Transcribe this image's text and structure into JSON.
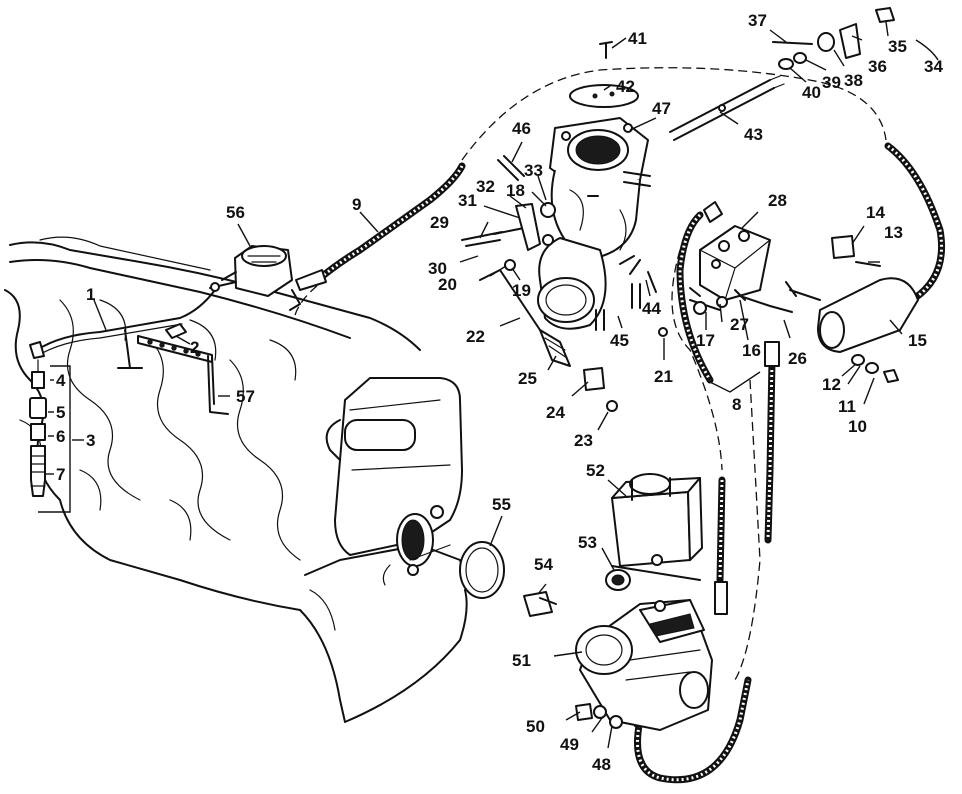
{
  "labels": [
    {
      "id": "1",
      "text": "1"
    },
    {
      "id": "2",
      "text": "2"
    },
    {
      "id": "3",
      "text": "3"
    },
    {
      "id": "4",
      "text": "4"
    },
    {
      "id": "5",
      "text": "5"
    },
    {
      "id": "6",
      "text": "6"
    },
    {
      "id": "7",
      "text": "7"
    },
    {
      "id": "8",
      "text": "8"
    },
    {
      "id": "9",
      "text": "9"
    },
    {
      "id": "10",
      "text": "10"
    },
    {
      "id": "11",
      "text": "11"
    },
    {
      "id": "12",
      "text": "12"
    },
    {
      "id": "13",
      "text": "13"
    },
    {
      "id": "14",
      "text": "14"
    },
    {
      "id": "15",
      "text": "15"
    },
    {
      "id": "16",
      "text": "16"
    },
    {
      "id": "17",
      "text": "17"
    },
    {
      "id": "18",
      "text": "18"
    },
    {
      "id": "19",
      "text": "19"
    },
    {
      "id": "20",
      "text": "20"
    },
    {
      "id": "21",
      "text": "21"
    },
    {
      "id": "22",
      "text": "22"
    },
    {
      "id": "23",
      "text": "23"
    },
    {
      "id": "24",
      "text": "24"
    },
    {
      "id": "25",
      "text": "25"
    },
    {
      "id": "26",
      "text": "26"
    },
    {
      "id": "27",
      "text": "27"
    },
    {
      "id": "28",
      "text": "28"
    },
    {
      "id": "29",
      "text": "29"
    },
    {
      "id": "30",
      "text": "30"
    },
    {
      "id": "31",
      "text": "31"
    },
    {
      "id": "32",
      "text": "32"
    },
    {
      "id": "33",
      "text": "33"
    },
    {
      "id": "34",
      "text": "34"
    },
    {
      "id": "35",
      "text": "35"
    },
    {
      "id": "36",
      "text": "36"
    },
    {
      "id": "37",
      "text": "37"
    },
    {
      "id": "38",
      "text": "38"
    },
    {
      "id": "39",
      "text": "39"
    },
    {
      "id": "40",
      "text": "40"
    },
    {
      "id": "41",
      "text": "41"
    },
    {
      "id": "42",
      "text": "42"
    },
    {
      "id": "43",
      "text": "43"
    },
    {
      "id": "44",
      "text": "44"
    },
    {
      "id": "45",
      "text": "45"
    },
    {
      "id": "46",
      "text": "46"
    },
    {
      "id": "47",
      "text": "47"
    },
    {
      "id": "48",
      "text": "48"
    },
    {
      "id": "49",
      "text": "49"
    },
    {
      "id": "50",
      "text": "50"
    },
    {
      "id": "51",
      "text": "51"
    },
    {
      "id": "52",
      "text": "52"
    },
    {
      "id": "53",
      "text": "53"
    },
    {
      "id": "54",
      "text": "54"
    },
    {
      "id": "55",
      "text": "55"
    },
    {
      "id": "56",
      "text": "56"
    },
    {
      "id": "57",
      "text": "57"
    }
  ]
}
